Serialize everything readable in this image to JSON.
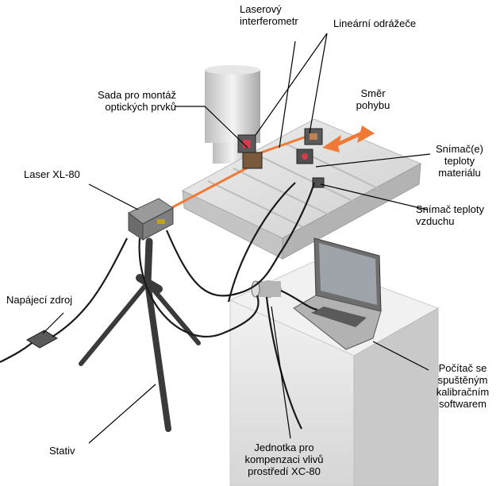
{
  "labels": {
    "interferometer": [
      "Laserový",
      "interferometr"
    ],
    "reflectors": [
      "Lineární odrážeče"
    ],
    "mount_kit": [
      "Sada pro montáž",
      "optických prvků"
    ],
    "direction": [
      "Směr",
      "pohybu"
    ],
    "material_sensor": [
      "Snímač(e)",
      "teploty",
      "materiálu"
    ],
    "laser": [
      "Laser XL-80"
    ],
    "air_sensor": [
      "Snímač teploty",
      "vzduchu"
    ],
    "power_supply": [
      "Napájecí zdroj"
    ],
    "computer": [
      "Počítač se",
      "spuštěným",
      "kalibračním",
      "softwarem"
    ],
    "tripod": [
      "Stativ"
    ],
    "compensation_unit": [
      "Jednotka pro",
      "kompenzaci vlivů",
      "prostředí XC-80"
    ]
  },
  "colors": {
    "beam": "#f07a35",
    "arrow": "#f07a35",
    "machine": "#dcdcdc",
    "cable": "#1a1a1a",
    "leader": "#000000",
    "desk": "#e8e8e8"
  },
  "icons": [
    "laser-unit-icon",
    "tripod-icon",
    "laptop-icon",
    "compensation-unit-icon",
    "power-supply-icon",
    "machine-table-icon"
  ]
}
